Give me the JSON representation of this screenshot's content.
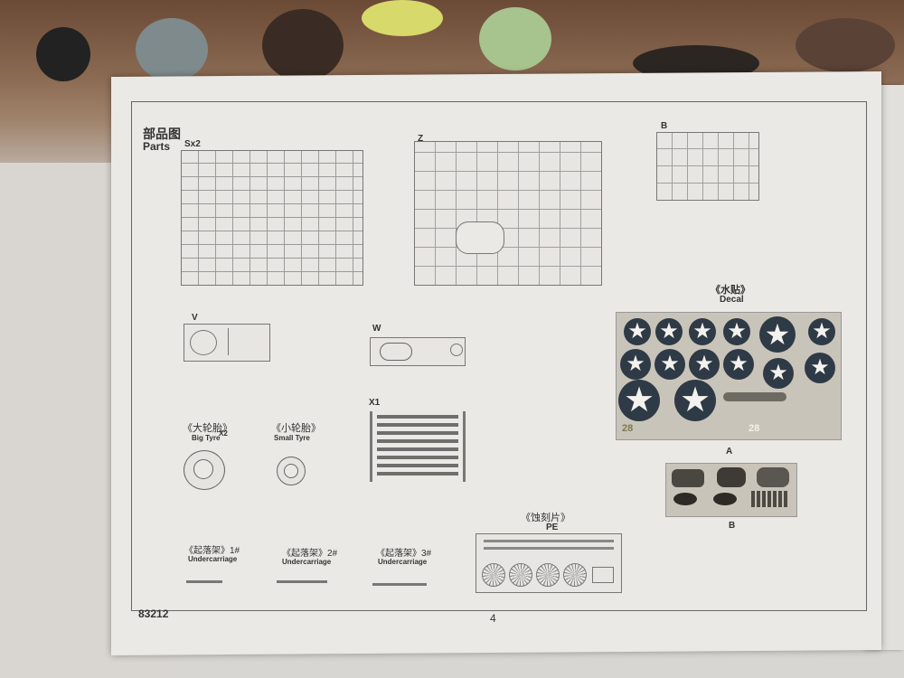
{
  "header": {
    "title_cn": "部品图",
    "title_en": "Parts"
  },
  "sprues": {
    "s": {
      "label": "Sx2"
    },
    "z": {
      "label": "Z"
    },
    "b_top": {
      "label": "B"
    },
    "v": {
      "label": "V"
    },
    "w": {
      "label": "W"
    },
    "x": {
      "label": "X1"
    }
  },
  "decal": {
    "title_cn": "《水贴》",
    "title_en": "Decal",
    "sheet_a_label": "A",
    "sheet_b_label": "B",
    "codes": [
      "28",
      "28"
    ]
  },
  "tyres": {
    "big": {
      "cn": "《大轮胎》",
      "en": "Big Tyre",
      "qty": "X2"
    },
    "small": {
      "cn": "《小轮胎》",
      "en": "Small Tyre"
    }
  },
  "undercarriage": [
    {
      "cn": "《起落架》1#",
      "en": "Undercarriage"
    },
    {
      "cn": "《起落架》2#",
      "en": "Undercarriage"
    },
    {
      "cn": "《起落架》3#",
      "en": "Undercarriage"
    }
  ],
  "pe": {
    "cn": "《蚀刻片》",
    "en": "PE"
  },
  "footer": {
    "product_code": "83212",
    "page_number": "4"
  },
  "colors": {
    "insignia": "#2e3a46",
    "decal_sheet": "#c9c4b9",
    "paper": "#ebe9e5"
  }
}
